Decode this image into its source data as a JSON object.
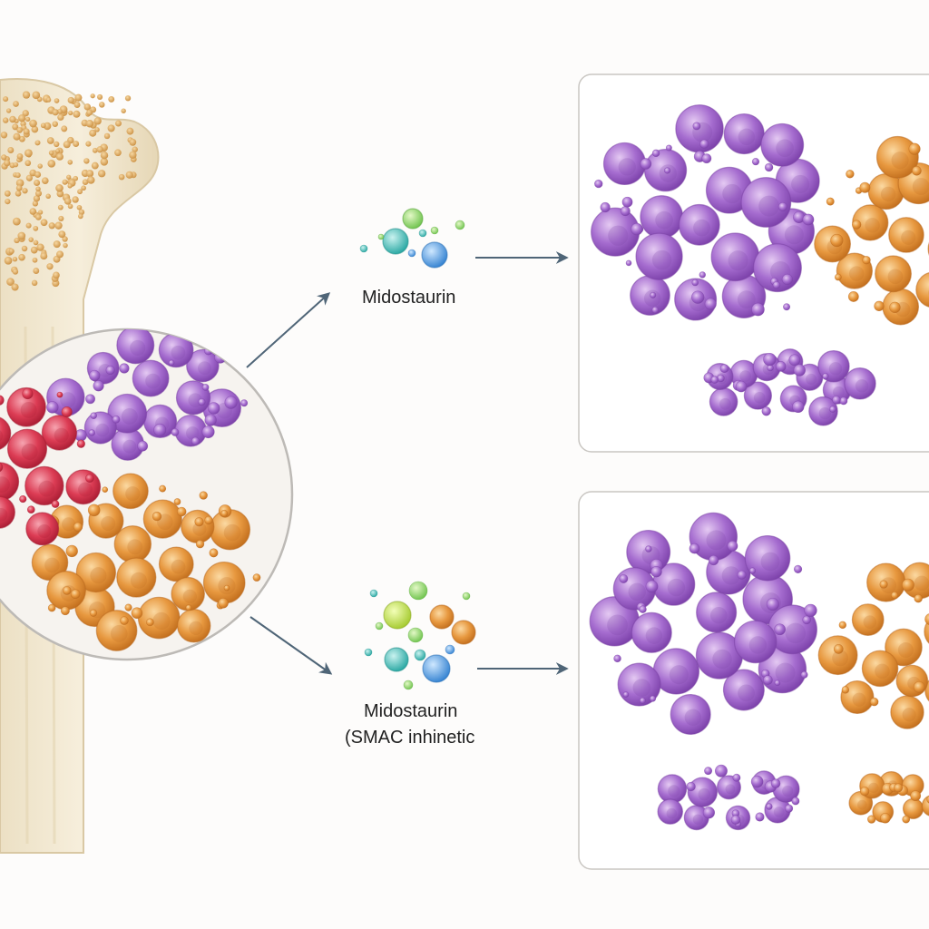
{
  "labels": {
    "treatment_1": "Midostaurin",
    "treatment_2_line1": "Midostaurin",
    "treatment_2_line2": "(SMAC inhinetic"
  },
  "colors": {
    "background": "#fdfcfb",
    "bone": "#efe3c8",
    "bone_outline": "#d9c8a4",
    "marrow_dots": "#d9a560",
    "purple_cells": "#9b62c6",
    "orange_cells": "#e3943a",
    "red_cells": "#d9384e",
    "arrow": "#4f6577",
    "panel_border": "#c9c6c2"
  },
  "icons": [
    "drug-molecule-icon",
    "arrow-icon"
  ]
}
